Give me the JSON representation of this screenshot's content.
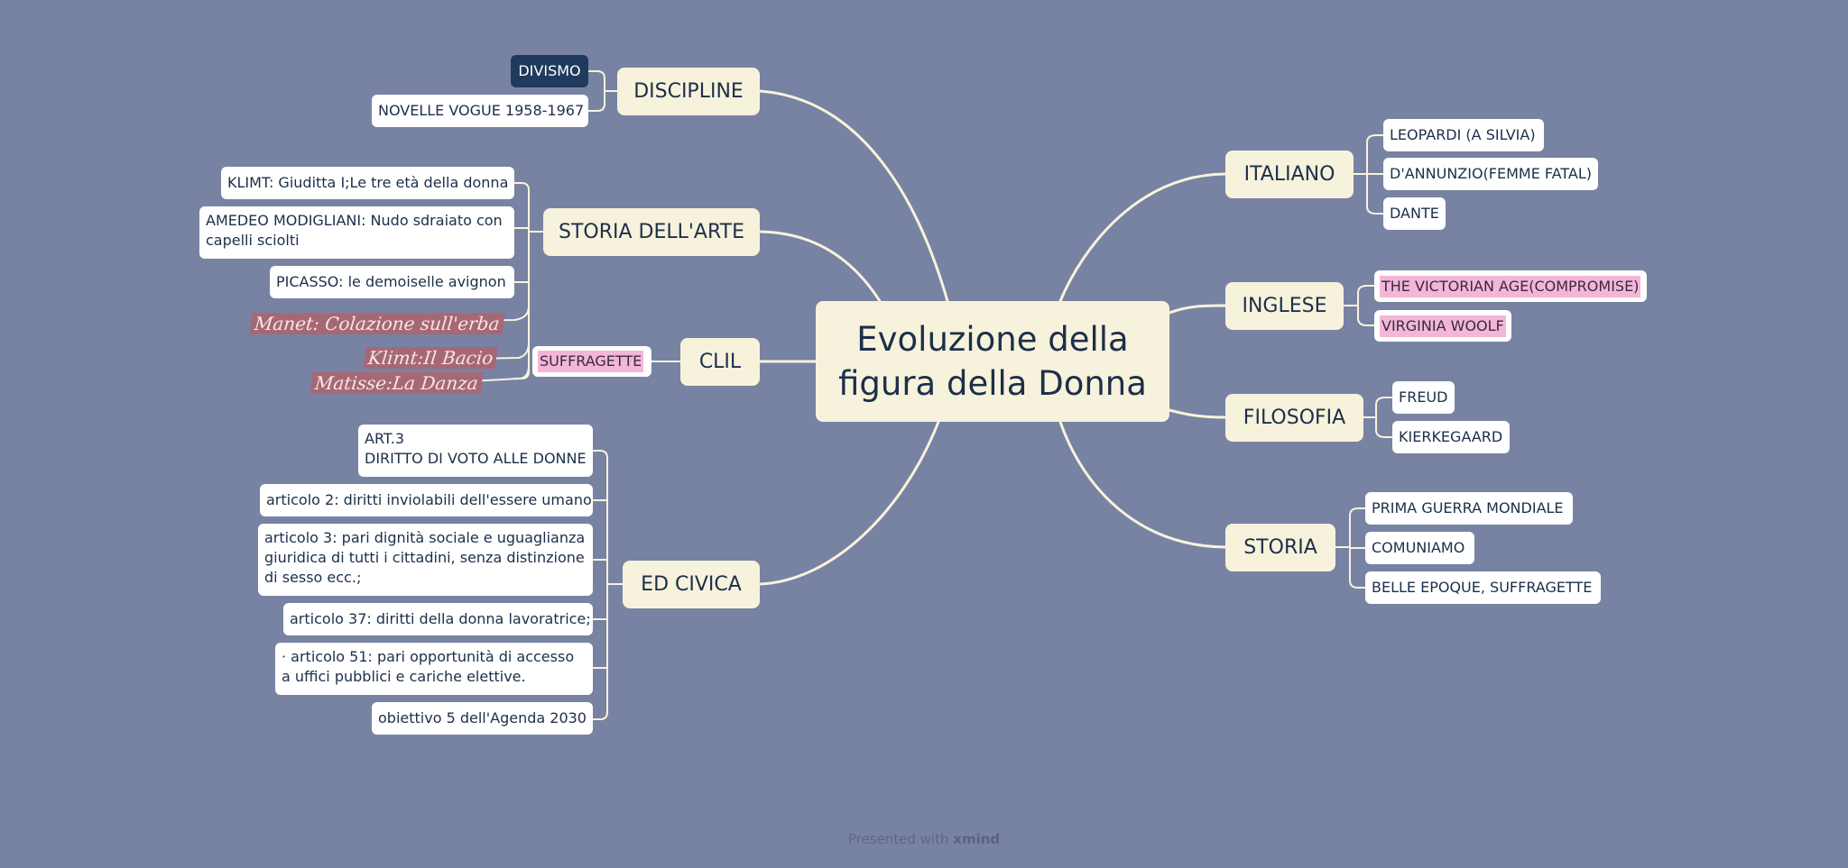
{
  "central": {
    "line1": "Evoluzione della",
    "line2": "figura della Donna"
  },
  "topics": {
    "discipline": {
      "label": "DISCIPLINE",
      "items": [
        "DIVISMO",
        "NOVELLE VOGUE 1958-1967"
      ]
    },
    "storia_arte": {
      "label": "STORIA DELL'ARTE",
      "items": [
        "KLIMT: Giuditta I;Le tre età della donna",
        "AMEDEO MODIGLIANI: Nudo sdraiato con capelli sciolti",
        "PICASSO: le demoiselle avignon"
      ],
      "handwritten": [
        "Manet: Colazione sull'erba",
        "Klimt:Il Bacio",
        "Matisse:La Danza"
      ]
    },
    "clil": {
      "label": "CLIL",
      "items": [
        "SUFFRAGETTE"
      ]
    },
    "ed_civica": {
      "label": "ED CIVICA",
      "items": [
        "ART.3",
        "DIRITTO DI VOTO ALLE DONNE",
        "articolo 2: diritti inviolabili dell'essere umano",
        "articolo 3: pari dignità sociale e uguaglianza giuridica di tutti i cittadini, senza distinzione di sesso ecc.;",
        "articolo 37: diritti della donna lavoratrice;",
        "· articolo 51: pari opportunità di accesso a uffici pubblici e cariche elettive.",
        "obiettivo 5 dell'Agenda 2030"
      ]
    },
    "italiano": {
      "label": "ITALIANO",
      "items": [
        "LEOPARDI (A SILVIA)",
        "D'ANNUNZIO(FEMME FATAL)",
        "DANTE"
      ]
    },
    "inglese": {
      "label": "INGLESE",
      "items": [
        "THE VICTORIAN AGE(COMPROMISE)",
        "VIRGINIA WOOLF"
      ]
    },
    "filosofia": {
      "label": "FILOSOFIA",
      "items": [
        "FREUD",
        "KIERKEGAARD"
      ]
    },
    "storia": {
      "label": "STORIA",
      "items": [
        "PRIMA GUERRA MONDIALE",
        "COMUNIAMO",
        "BELLE EPOQUE, SUFFRAGETTE"
      ]
    }
  },
  "colors": {
    "background": "#7882a3",
    "topic_fill": "#f7f2db",
    "subtopic_fill": "#ffffff",
    "connector": "#f8f3dc",
    "highlight_pink": "#f3b6d8",
    "handwriting_bg": "#a66874",
    "dark_node": "#1f3a5c"
  },
  "footer": {
    "prefix": "Presented with",
    "brand": "xmind"
  }
}
